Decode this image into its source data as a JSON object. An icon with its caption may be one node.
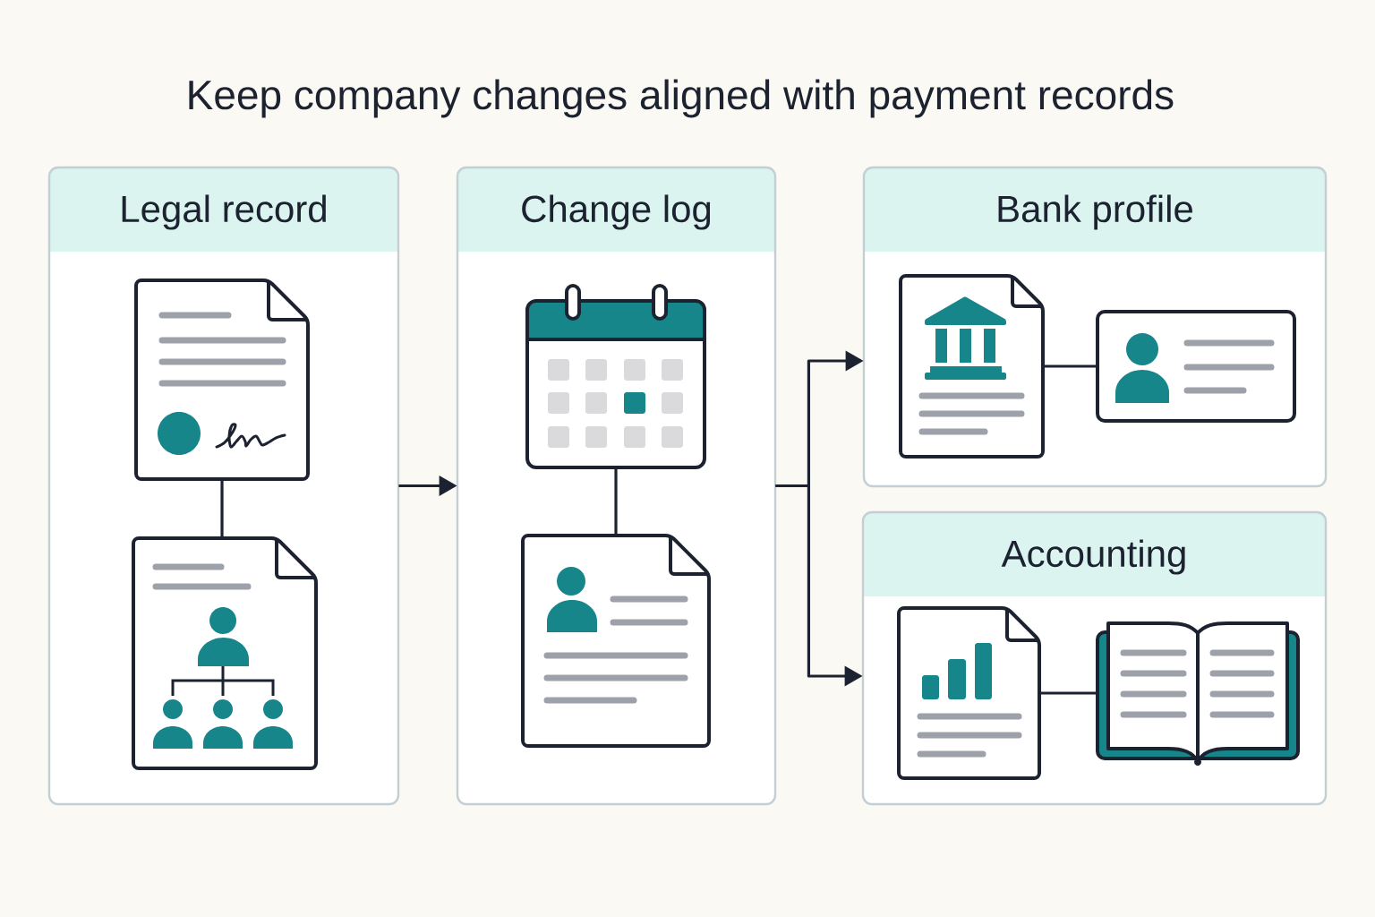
{
  "diagram": {
    "title": "Keep company changes aligned with payment records",
    "nodes": [
      {
        "text": [
          "Legal record"
        ]
      },
      {
        "text": [],
        "shape": "picture",
        "in": 0
      },
      {
        "text": [],
        "shape": "picture",
        "in": 0
      },
      {
        "text": [
          "Change log"
        ]
      },
      {
        "text": [],
        "shape": "picture",
        "in": 3
      },
      {
        "text": [],
        "shape": "picture",
        "in": 3
      },
      {
        "text": [
          "Bank profile"
        ]
      },
      {
        "text": [],
        "shape": "picture",
        "in": 6
      },
      {
        "text": [],
        "shape": "picture",
        "in": 6
      },
      {
        "text": [
          "Accounting"
        ]
      },
      {
        "text": [],
        "shape": "picture",
        "in": 9
      },
      {
        "text": [],
        "shape": "picture",
        "in": 9
      }
    ],
    "edges": [
      {
        "from": 0,
        "to": 3,
        "arrow": "to"
      },
      {
        "from": 3,
        "to": 6,
        "arrow": "to"
      },
      {
        "from": 3,
        "to": 9,
        "arrow": "to"
      },
      {
        "from": 1,
        "to": 2,
        "arrow": "none"
      },
      {
        "from": 4,
        "to": 5,
        "arrow": "none"
      },
      {
        "from": 7,
        "to": 8,
        "arrow": "none"
      },
      {
        "from": 10,
        "to": 11,
        "arrow": "none"
      }
    ]
  }
}
